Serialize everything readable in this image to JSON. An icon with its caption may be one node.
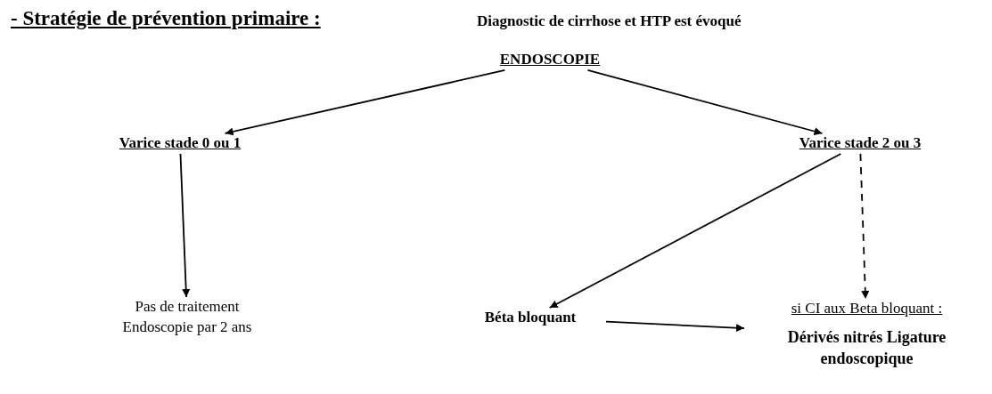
{
  "diagram": {
    "title": "- Stratégie de prévention primaire :",
    "nodes": [
      {
        "text": [
          "ENDOSCOPIE"
        ]
      },
      {
        "text": [
          "Varice stade 0 ou 1"
        ]
      },
      {
        "text": [
          "Varice stade 2 ou 3"
        ]
      },
      {
        "text": [
          "Pas de traitement Endoscopie par 2 ans"
        ]
      },
      {
        "text": [
          "Béta bloquant"
        ]
      },
      {
        "text": [
          "si CI aux Beta bloquant :",
          "Dérivés nitrés Ligature endoscopique"
        ]
      }
    ],
    "edges": [
      {
        "from": 0,
        "to": 1,
        "arrow": "to"
      },
      {
        "from": 0,
        "to": 2,
        "arrow": "to"
      },
      {
        "from": 1,
        "to": 3,
        "arrow": "to"
      },
      {
        "from": 2,
        "to": 4,
        "arrow": "to"
      },
      {
        "from": 2,
        "to": 5,
        "arrow": "to",
        "style": "dashed"
      },
      {
        "from": 4,
        "to": 5,
        "arrow": "to"
      }
    ],
    "labels": [
      "Diagnostic de cirrhose et HTP est évoqué"
    ]
  }
}
